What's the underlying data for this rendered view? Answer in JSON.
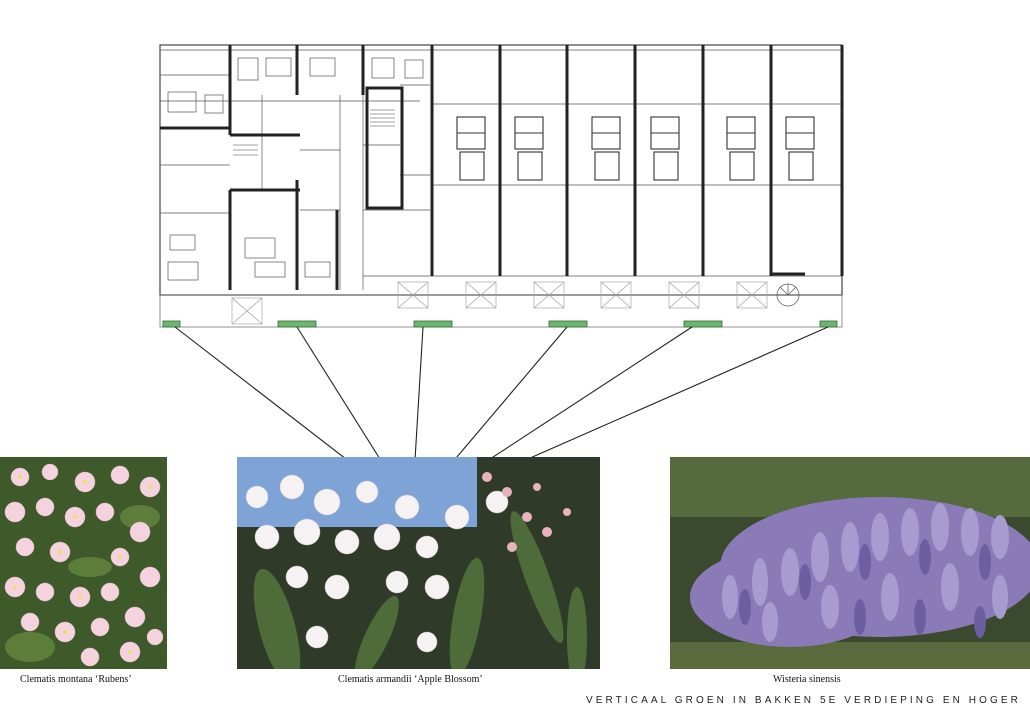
{
  "plants": [
    {
      "name": "Clematis montana ‘Rubens’"
    },
    {
      "name": "Clematis armandii ‘Apple Blossom’"
    },
    {
      "name": "Wisteria sinensis"
    }
  ],
  "title": "VERTICAAL GROEN IN BAKKEN 5E VERDIEPING EN HOGER",
  "colors": {
    "planter": "#6fb56f",
    "wall": "#222222",
    "wisteria": "#8a7bb8",
    "clematis_pink": "#f2c6d6"
  }
}
